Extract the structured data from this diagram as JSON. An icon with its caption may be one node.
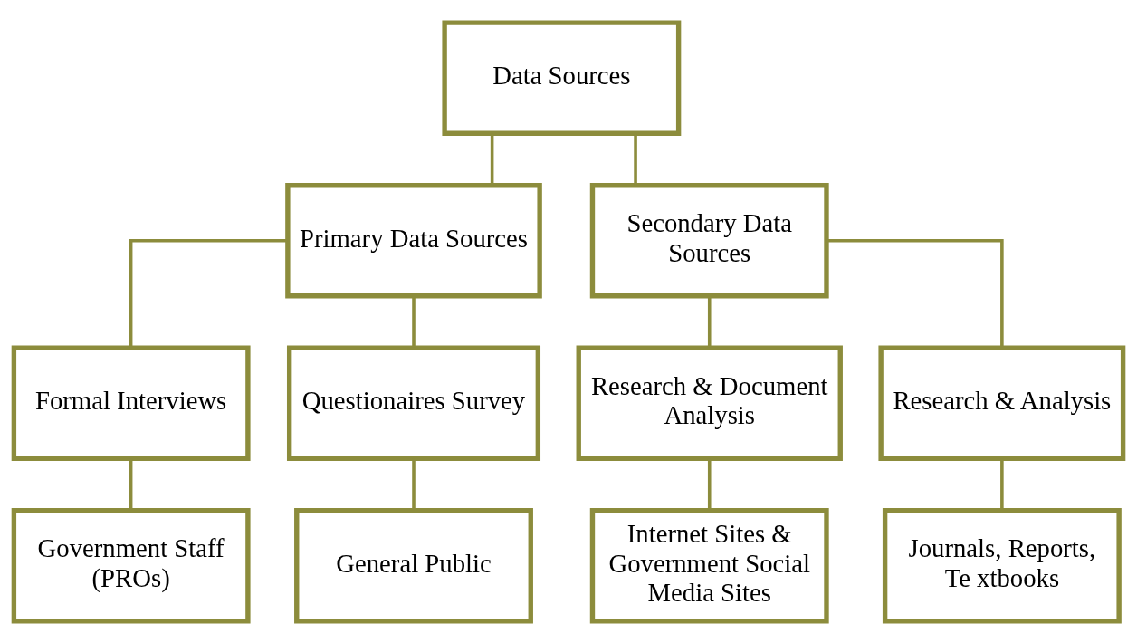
{
  "diagram": {
    "nodes": [
      {
        "text": [
          "Data Sources"
        ]
      },
      {
        "text": [
          "Primary Data Sources"
        ]
      },
      {
        "text": [
          "Secondary Data Sources"
        ]
      },
      {
        "text": [
          "Formal Interviews"
        ]
      },
      {
        "text": [
          "Questionaires Survey"
        ]
      },
      {
        "text": [
          "Research & Document Analysis"
        ]
      },
      {
        "text": [
          "Research & Analysis"
        ]
      },
      {
        "text": [
          "Government Staff (PROs)"
        ]
      },
      {
        "text": [
          "General Public"
        ]
      },
      {
        "text": [
          "Internet Sites & Government Social Media Sites"
        ]
      },
      {
        "text": [
          "Journals, Reports, Te xtbooks"
        ]
      }
    ],
    "edges": [
      {
        "from": 0,
        "to": 1,
        "arrow": "none"
      },
      {
        "from": 0,
        "to": 2,
        "arrow": "none"
      },
      {
        "from": 1,
        "to": 3,
        "arrow": "none"
      },
      {
        "from": 1,
        "to": 4,
        "arrow": "none"
      },
      {
        "from": 2,
        "to": 5,
        "arrow": "none"
      },
      {
        "from": 2,
        "to": 6,
        "arrow": "none"
      },
      {
        "from": 3,
        "to": 7,
        "arrow": "none"
      },
      {
        "from": 4,
        "to": 8,
        "arrow": "none"
      },
      {
        "from": 5,
        "to": 9,
        "arrow": "none"
      },
      {
        "from": 6,
        "to": 10,
        "arrow": "none"
      }
    ]
  }
}
